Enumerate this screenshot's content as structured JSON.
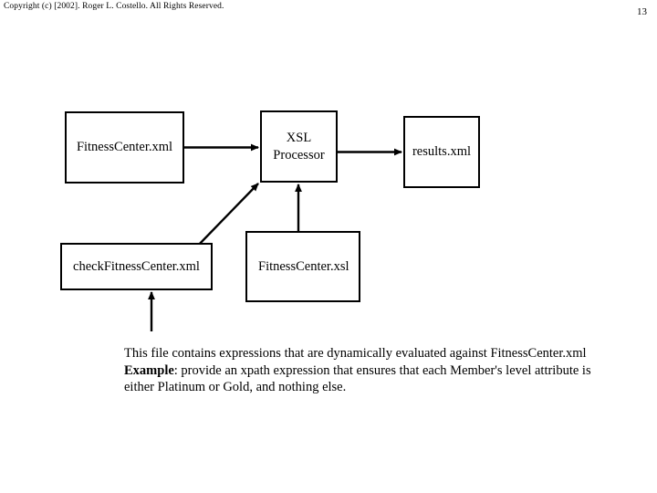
{
  "header": {
    "copyright": "Copyright (c) [2002].  Roger L. Costello.  All Rights Reserved.",
    "page_number": "13"
  },
  "diagram": {
    "nodes": [
      {
        "id": "fitnesscenter-xml",
        "label": "FitnessCenter.xml"
      },
      {
        "id": "xsl-processor",
        "label_line1": "XSL",
        "label_line2": "Processor"
      },
      {
        "id": "results-xml",
        "label": "results.xml"
      },
      {
        "id": "checkfitnesscenter-xml",
        "label": "checkFitnessCenter.xml"
      },
      {
        "id": "fitnesscenter-xsl",
        "label": "FitnessCenter.xsl"
      }
    ],
    "arrows": [
      {
        "from": "fitnesscenter-xml",
        "to": "xsl-processor",
        "kind": "horizontal-right"
      },
      {
        "from": "xsl-processor",
        "to": "results-xml",
        "kind": "horizontal-right"
      },
      {
        "from": "checkfitnesscenter-xml",
        "to": "xsl-processor",
        "kind": "diagonal-up-right"
      },
      {
        "from": "fitnesscenter-xsl",
        "to": "xsl-processor",
        "kind": "vertical-up"
      },
      {
        "from": "caption",
        "to": "checkfitnesscenter-xml",
        "kind": "vertical-up"
      }
    ],
    "stroke_color": "#000000"
  },
  "caption": {
    "line1": "This file contains expressions that are dynamically evaluated against FitnessCenter.xml",
    "line2_bold": "Example",
    "line2_rest": ": provide an xpath expression that ensures that each Member's level attribute is",
    "line3": "either Platinum or Gold, and nothing else."
  }
}
